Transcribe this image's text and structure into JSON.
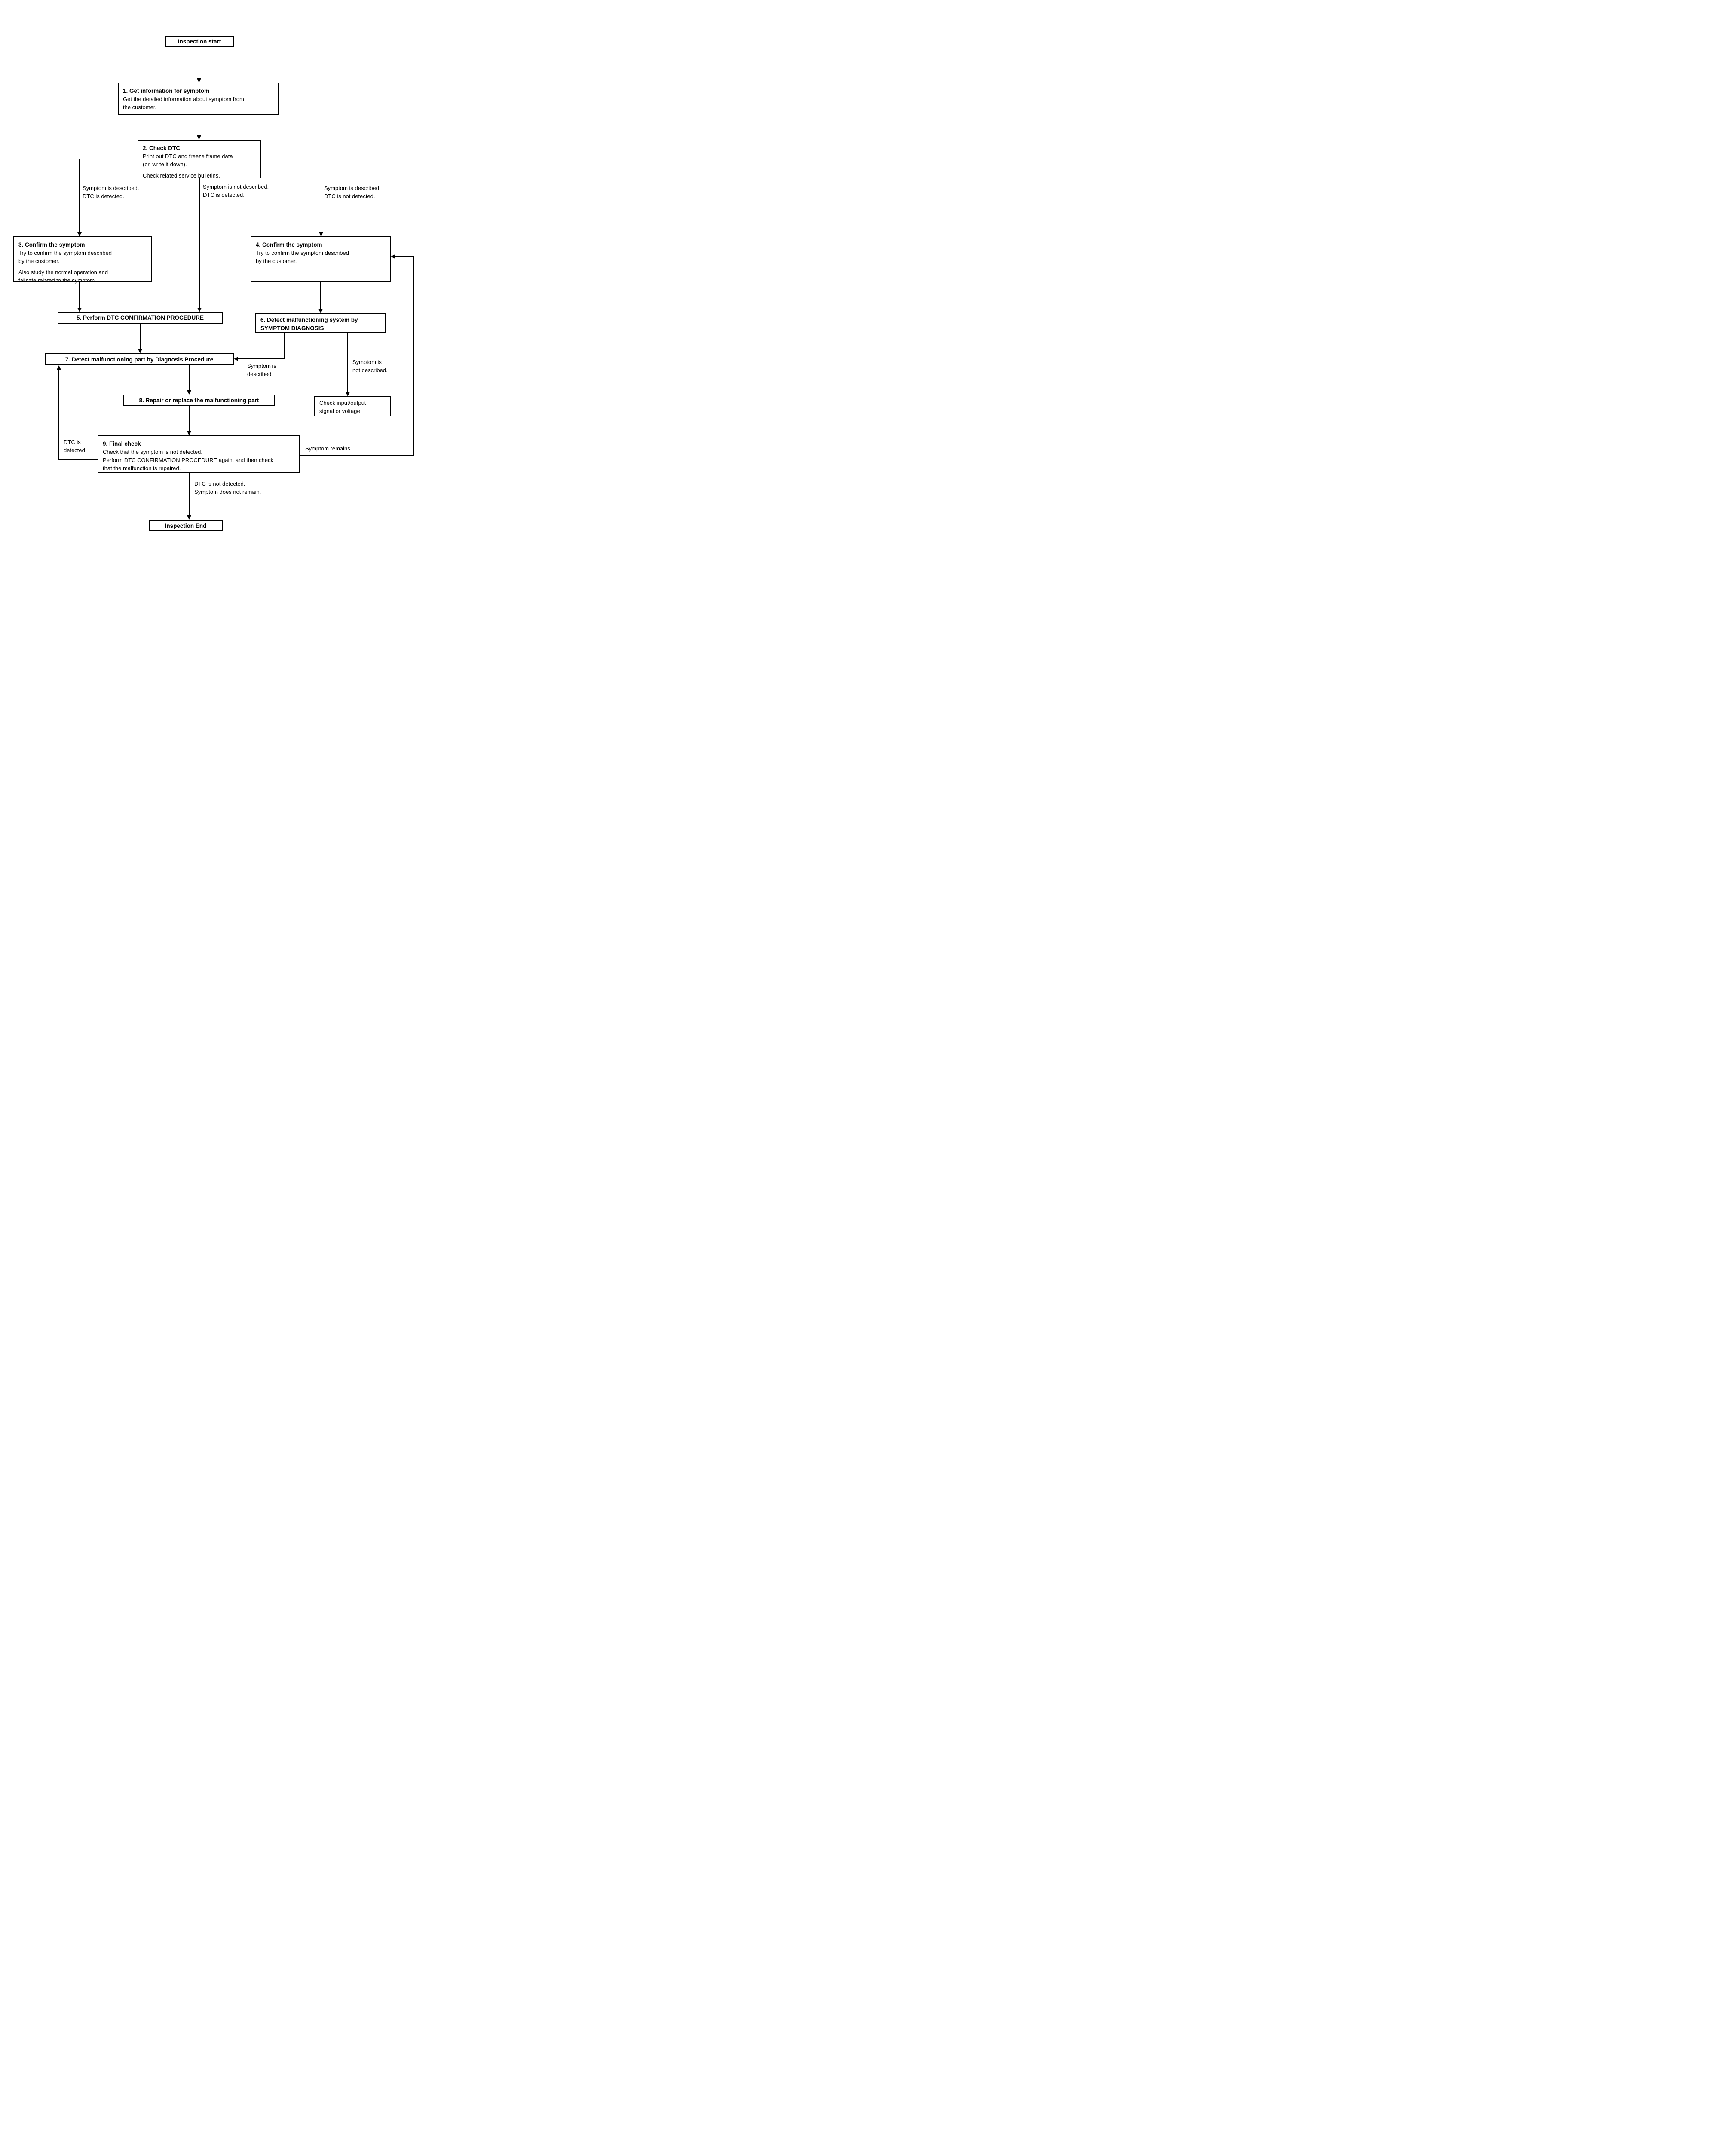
{
  "colors": {
    "background": "#ffffff",
    "line": "#000000",
    "text": "#000000"
  },
  "nodes": {
    "start": {
      "label": "Inspection start"
    },
    "step1": {
      "title": "1. Get information for symptom",
      "lines": [
        "Get the detailed information about symptom from",
        "the customer."
      ]
    },
    "step2": {
      "title": "2. Check DTC",
      "lines": [
        "Print out DTC and freeze frame data",
        "(or, write it down).",
        "Check related service bulletins."
      ]
    },
    "step3": {
      "title": "3. Confirm the symptom",
      "lines": [
        "Try to confirm the symptom described",
        "by the customer.",
        "Also study the normal operation and",
        "failsafe related to the symptom."
      ]
    },
    "step4": {
      "title": "4. Confirm the symptom",
      "lines": [
        "Try to confirm the symptom described",
        "by the customer."
      ]
    },
    "step5": {
      "title": "5. Perform DTC CONFIRMATION PROCEDURE"
    },
    "step6": {
      "title_line1": "6. Detect malfunctioning system by",
      "title_line2": "SYMPTOM DIAGNOSIS"
    },
    "step7": {
      "title": "7. Detect malfunctioning part by Diagnosis Procedure"
    },
    "step8": {
      "title": "8. Repair or replace the malfunctioning part"
    },
    "step9": {
      "title": "9. Final check",
      "lines": [
        "Check that the symptom is not detected.",
        "Perform DTC CONFIRMATION PROCEDURE again, and then check",
        "that the malfunction is repaired."
      ]
    },
    "check_io": {
      "lines": [
        "Check input/output",
        "signal or voltage"
      ]
    },
    "end": {
      "label": "Inspection End"
    }
  },
  "edge_labels": {
    "left_branch": [
      "Symptom is described.",
      "DTC is detected."
    ],
    "middle_branch": [
      "Symptom is not described.",
      "DTC is detected."
    ],
    "right_branch": [
      "Symptom is described.",
      "DTC is not detected."
    ],
    "symptom_described": [
      "Symptom is",
      "described."
    ],
    "symptom_not_described": [
      "Symptom is",
      "not described."
    ],
    "dtc_detected": [
      "DTC is",
      "detected."
    ],
    "symptom_remains": "Symptom remains.",
    "to_end": [
      "DTC is not detected.",
      "Symptom does not remain."
    ]
  }
}
